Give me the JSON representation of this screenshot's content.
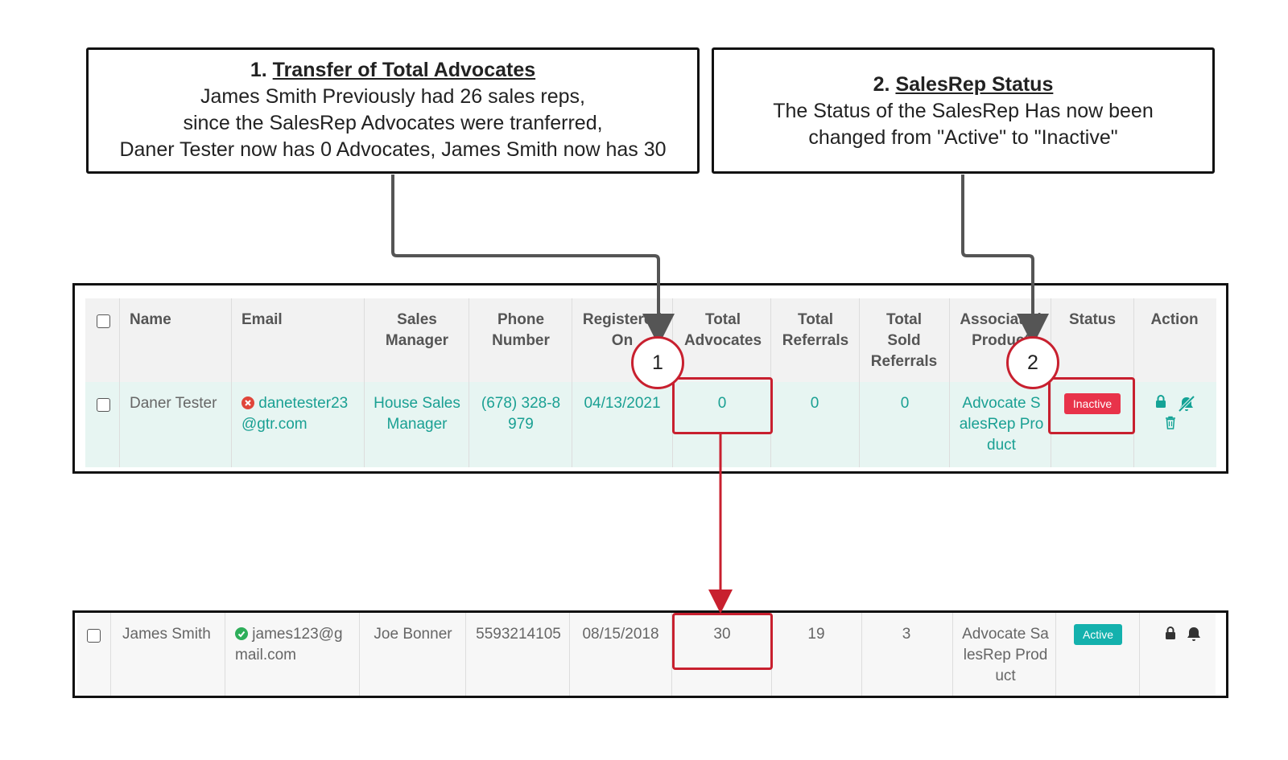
{
  "callouts": [
    {
      "number": "1.",
      "title": "Transfer of Total Advocates",
      "lines": [
        "James Smith Previously had 26 sales reps,",
        "since the SalesRep Advocates were tranferred,",
        "Daner Tester now has 0 Advocates, James Smith now has 30"
      ]
    },
    {
      "number": "2.",
      "title": "SalesRep Status",
      "lines": [
        "The Status of the SalesRep Has now been",
        "changed from \"Active\" to \"Inactive\""
      ]
    }
  ],
  "markers": [
    "1",
    "2"
  ],
  "table": {
    "headers": [
      "Name",
      "Email",
      "Sales Manager",
      "Phone Number",
      "Registered On",
      "Total Advocates",
      "Total Referrals",
      "Total Sold Referrals",
      "Associated Product",
      "Status",
      "Action"
    ],
    "rows": [
      {
        "name": "Daner Tester",
        "email": "danetester23@gtr.com",
        "email_status_icon": "x-circle-icon",
        "sales_manager": "House Sales Manager",
        "phone": "(678) 328-8979",
        "registered_on": "04/13/2021",
        "total_advocates": "0",
        "total_referrals": "0",
        "total_sold_referrals": "0",
        "associated_product": "Advocate SalesRep Product",
        "status": "Inactive",
        "status_color": "#e8334a",
        "actions": [
          "lock-icon",
          "bell-slash-icon",
          "trash-icon"
        ]
      },
      {
        "name": "James Smith",
        "email": "james123@gmail.com",
        "email_status_icon": "check-circle-icon",
        "sales_manager": "Joe Bonner",
        "phone": "5593214105",
        "registered_on": "08/15/2018",
        "total_advocates": "30",
        "total_referrals": "19",
        "total_sold_referrals": "3",
        "associated_product": "Advocate SalesRep Product",
        "status": "Active",
        "status_color": "#14b1ad",
        "actions": [
          "lock-icon",
          "bell-icon"
        ]
      }
    ]
  },
  "colors": {
    "accent_green": "#1aa093",
    "highlight_red": "#c8202f",
    "row_highlight_bg": "#e7f5f2",
    "header_bg": "#f2f2f2"
  }
}
